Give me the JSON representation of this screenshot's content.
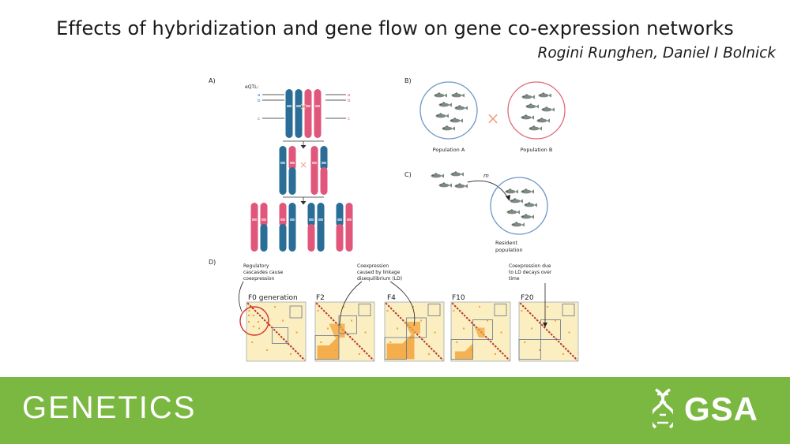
{
  "slide": {
    "title": "Effects of hybridization and gene flow on gene co-expression networks",
    "authors": "Rogini Runghen, Daniel I Bolnick"
  },
  "figure": {
    "panel_a": {
      "label": "A)",
      "eqtl_label": "eQTL:",
      "locus_a": "a",
      "locus_b": "b",
      "locus_c": "c",
      "cross": "×"
    },
    "panel_b": {
      "label": "B)",
      "population_a": "Population A",
      "population_b": "Population B",
      "cross": "×"
    },
    "panel_c": {
      "label": "C)",
      "migration_label": "m",
      "resident_line1": "Resident",
      "resident_line2": "population"
    },
    "panel_d": {
      "label": "D)",
      "annotation_1": [
        "Regulatory",
        "cascasdes cause",
        "coexpression"
      ],
      "annotation_2": [
        "Coexpression",
        "caused by linkage",
        "disequilibrium (LD)"
      ],
      "annotation_3": [
        "Coexpression due",
        "to LD decays over",
        "time"
      ],
      "generations": [
        "F0 generation",
        "F2",
        "F4",
        "F10",
        "F20"
      ]
    },
    "colors": {
      "chrom_blue": "#2a6e98",
      "chrom_pink": "#e0577b",
      "pop_a_circle": "#6d96c8",
      "pop_b_circle": "#e06a7a",
      "cross_color": "#f2a48a",
      "heat_background": "#fbeec0",
      "heat_block": "#f2a23a",
      "heat_diagonal": "#b8332a"
    }
  },
  "footer": {
    "journal": "GENETICS",
    "org": "GSA",
    "background": "#7bb842",
    "dna_icon": "dna-helix-icon"
  }
}
